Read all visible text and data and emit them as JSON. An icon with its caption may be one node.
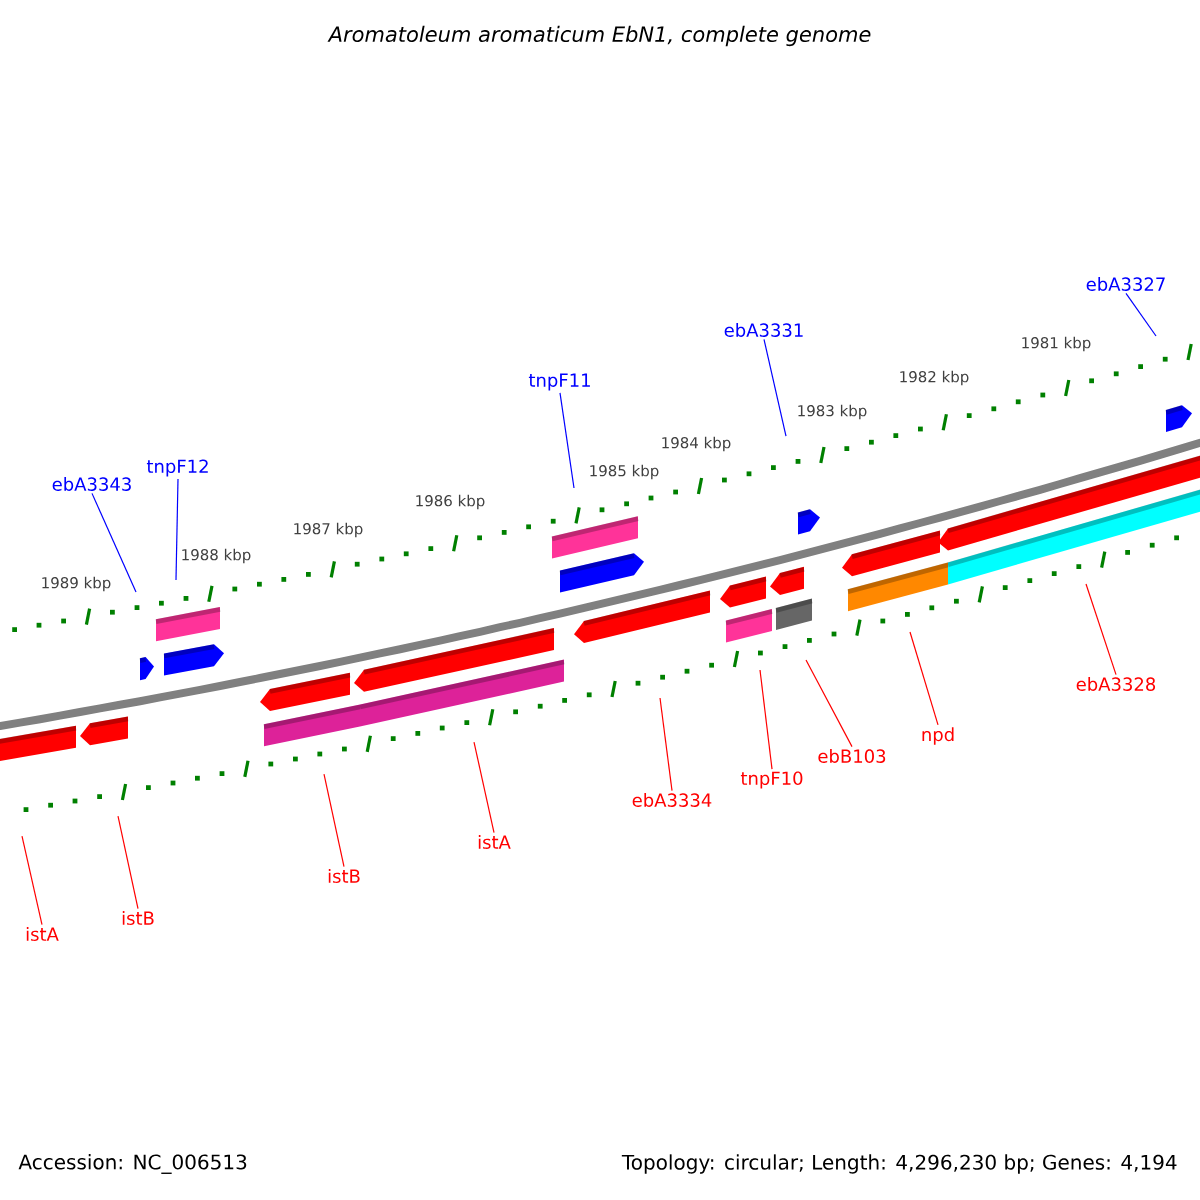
{
  "diagram": {
    "title": "Aromatoleum aromaticum EbN1, complete genome",
    "nodes": [
      {
        "text": [
          "ebA3343"
        ]
      },
      {
        "text": [
          "tnpF12"
        ]
      },
      {
        "text": [
          "tnpF11"
        ]
      },
      {
        "text": [
          "ebA3331"
        ]
      },
      {
        "text": [
          "ebA3327"
        ]
      },
      {
        "text": [
          "istA"
        ]
      },
      {
        "text": [
          "istB"
        ]
      },
      {
        "text": [
          "istB"
        ]
      },
      {
        "text": [
          "istA"
        ]
      },
      {
        "text": [
          "ebA3334"
        ]
      },
      {
        "text": [
          "tnpF10"
        ]
      },
      {
        "text": [
          "ebB103"
        ]
      },
      {
        "text": [
          "npd"
        ]
      },
      {
        "text": [
          "ebA3328"
        ]
      }
    ],
    "edges": [
      {
        "from": 0,
        "to": null,
        "arrow": "none",
        "color": "#0000ff"
      },
      {
        "from": 1,
        "to": null,
        "arrow": "none",
        "color": "#0000ff"
      },
      {
        "from": 2,
        "to": null,
        "arrow": "none",
        "color": "#0000ff"
      },
      {
        "from": 3,
        "to": null,
        "arrow": "none",
        "color": "#0000ff"
      },
      {
        "from": 4,
        "to": null,
        "arrow": "none",
        "color": "#0000ff"
      },
      {
        "from": 5,
        "to": null,
        "arrow": "none"
      },
      {
        "from": 6,
        "to": null,
        "arrow": "none"
      },
      {
        "from": 7,
        "to": null,
        "arrow": "none"
      },
      {
        "from": 8,
        "to": null,
        "arrow": "none"
      },
      {
        "from": 9,
        "to": null,
        "arrow": "none"
      },
      {
        "from": 10,
        "to": null,
        "arrow": "none"
      },
      {
        "from": 11,
        "to": null,
        "arrow": "none"
      },
      {
        "from": 12,
        "to": null,
        "arrow": "none"
      },
      {
        "from": 13,
        "to": null,
        "arrow": "none"
      }
    ],
    "labels": [
      "1989 kbp",
      "1988 kbp",
      "1987 kbp",
      "1986 kbp",
      "1985 kbp",
      "1984 kbp",
      "1983 kbp",
      "1982 kbp",
      "1981 kbp",
      "Accession: NC_006513",
      "Topology: circular; Length: 4,296,230 bp; Genes: 4,194"
    ]
  }
}
